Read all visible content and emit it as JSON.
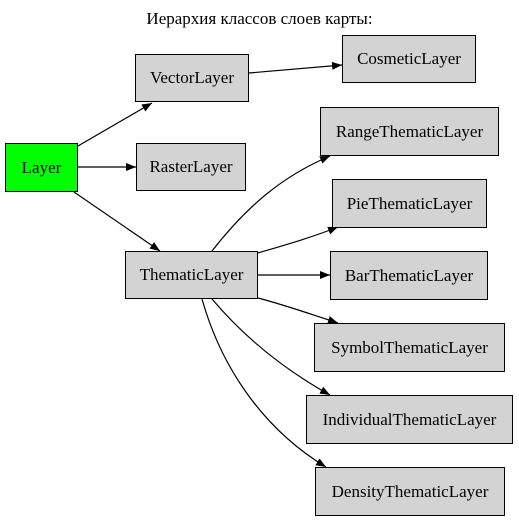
{
  "title": "Иерархия классов слоев карты:",
  "colors": {
    "root_fill": "#00ff00",
    "node_fill": "#d3d3d3",
    "edge": "#000000"
  },
  "nodes": {
    "layer": "Layer",
    "vector": "VectorLayer",
    "raster": "RasterLayer",
    "thematic": "ThematicLayer",
    "cosmetic": "CosmeticLayer",
    "range": "RangeThematicLayer",
    "pie": "PieThematicLayer",
    "bar": "BarThematicLayer",
    "symbol": "SymbolThematicLayer",
    "individual": "IndividualThematicLayer",
    "density": "DensityThematicLayer"
  },
  "edges": [
    [
      "layer",
      "vector"
    ],
    [
      "layer",
      "raster"
    ],
    [
      "layer",
      "thematic"
    ],
    [
      "vector",
      "cosmetic"
    ],
    [
      "thematic",
      "range"
    ],
    [
      "thematic",
      "pie"
    ],
    [
      "thematic",
      "bar"
    ],
    [
      "thematic",
      "symbol"
    ],
    [
      "thematic",
      "individual"
    ],
    [
      "thematic",
      "density"
    ]
  ]
}
